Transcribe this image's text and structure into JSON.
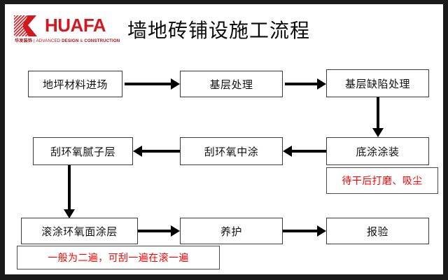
{
  "slide": {
    "title": "墙地砖铺设施工流程",
    "frame_color": "#1a1a1a",
    "background": "#ffffff"
  },
  "brand": {
    "logo_icon": "huafa-k-logo",
    "wordmark": "HUAFA",
    "tagline_cn": "华发装饰",
    "tagline_sep": "|",
    "tagline_en": "ADVANCED",
    "tagline_en2": "DESIGN",
    "tagline_amp": "&",
    "tagline_en3": "CONSTRUCTION",
    "tagline_full": "华发装饰 | ADVANCED DESIGN & CONSTRUCTION",
    "brand_color": "#d31920"
  },
  "flowchart": {
    "type": "process-flow",
    "accent_note_color": "#ff0000",
    "nodes": [
      {
        "id": "n1",
        "label": "地坪材料进场",
        "row": 1,
        "col": 1
      },
      {
        "id": "n2",
        "label": "基层处理",
        "row": 1,
        "col": 2
      },
      {
        "id": "n3",
        "label": "基层缺陷处理",
        "row": 1,
        "col": 3
      },
      {
        "id": "n4",
        "label": "刮环氧腻子层",
        "row": 2,
        "col": 1
      },
      {
        "id": "n5",
        "label": "刮环氧中涂",
        "row": 2,
        "col": 2
      },
      {
        "id": "n6",
        "label": "底涂涂装",
        "row": 2,
        "col": 3
      },
      {
        "id": "n7",
        "label": "滚涂环氧面涂层",
        "row": 3,
        "col": 1
      },
      {
        "id": "n8",
        "label": "养护",
        "row": 3,
        "col": 2
      },
      {
        "id": "n9",
        "label": "报验",
        "row": 3,
        "col": 3
      }
    ],
    "notes": [
      {
        "id": "note1",
        "label": "待干后打磨、吸尘",
        "attached_to": "n6"
      },
      {
        "id": "note2",
        "label": "一般为二遍，可刮一遍在滚一遍",
        "attached_to": "n7"
      }
    ],
    "edges": [
      {
        "from": "n1",
        "to": "n2",
        "direction": "right"
      },
      {
        "from": "n2",
        "to": "n3",
        "direction": "right"
      },
      {
        "from": "n3",
        "to": "n6",
        "direction": "down"
      },
      {
        "from": "n6",
        "to": "n5",
        "direction": "left"
      },
      {
        "from": "n5",
        "to": "n4",
        "direction": "left"
      },
      {
        "from": "n4",
        "to": "n7",
        "direction": "down"
      },
      {
        "from": "n7",
        "to": "n8",
        "direction": "right"
      },
      {
        "from": "n8",
        "to": "n9",
        "direction": "right"
      }
    ]
  }
}
